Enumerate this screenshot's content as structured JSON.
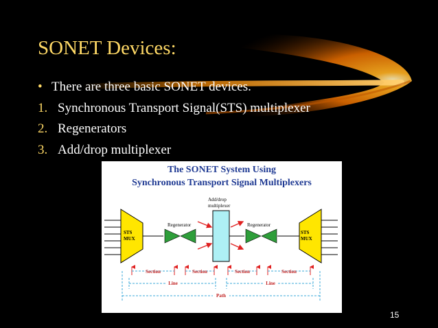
{
  "slide": {
    "title": "SONET Devices:",
    "bullet_marker": "•",
    "intro": "There are three basic SONET devices.",
    "items": [
      {
        "number": "1.",
        "text": "Synchronous Transport Signal(STS) multiplexer"
      },
      {
        "number": "2.",
        "text": "Regenerators"
      },
      {
        "number": "3.",
        "text": "Add/drop multiplexer"
      }
    ],
    "page_number": "15"
  },
  "diagram": {
    "title_line1": "The SONET System Using",
    "title_line2": "Synchronous Transport Signal Multiplexers",
    "add_drop_line1": "Add/drop",
    "add_drop_line2": "multiplexer",
    "regenerator_left": "Regenerator",
    "regenerator_right": "Regenerator",
    "mux_left_line1": "STS",
    "mux_left_line2": "MUX",
    "mux_right_line1": "STS",
    "mux_right_line2": "MUX",
    "sections": [
      "Section",
      "Section",
      "Section",
      "Section"
    ],
    "lines": [
      "Line",
      "Line"
    ],
    "path": "Path"
  },
  "colors": {
    "background": "#000000",
    "title": "#ffd966",
    "body_text": "#ffffff",
    "swoosh": "#ff8c00",
    "diagram_title": "#1f3a93",
    "mux_fill": "#ffe600",
    "regenerator_fill": "#2e9e3a",
    "add_drop_fill": "#aef0f5",
    "arrow_red": "#e02020",
    "dashed_cyan": "#3aa8d8"
  }
}
